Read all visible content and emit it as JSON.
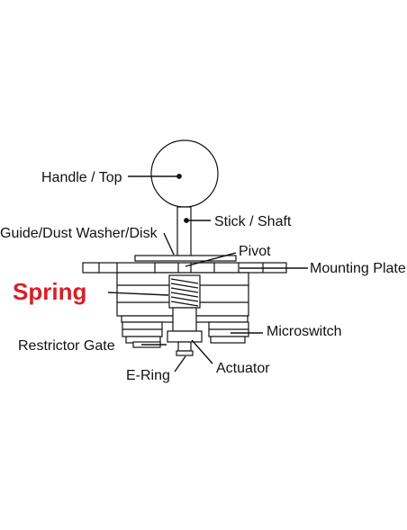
{
  "colors": {
    "line": "#111111",
    "background": "#ffffff",
    "highlight": "#d81f26"
  },
  "labels": {
    "handle": "Handle / Top",
    "stick": "Stick / Shaft",
    "guide": "Guide/Dust Washer/Disk",
    "pivot": "Pivot",
    "mounting": "Mounting Plate",
    "spring": "Spring",
    "microswitch": "Microswitch",
    "restrictor": "Restrictor Gate",
    "actuator": "Actuator",
    "ering": "E-Ring"
  }
}
